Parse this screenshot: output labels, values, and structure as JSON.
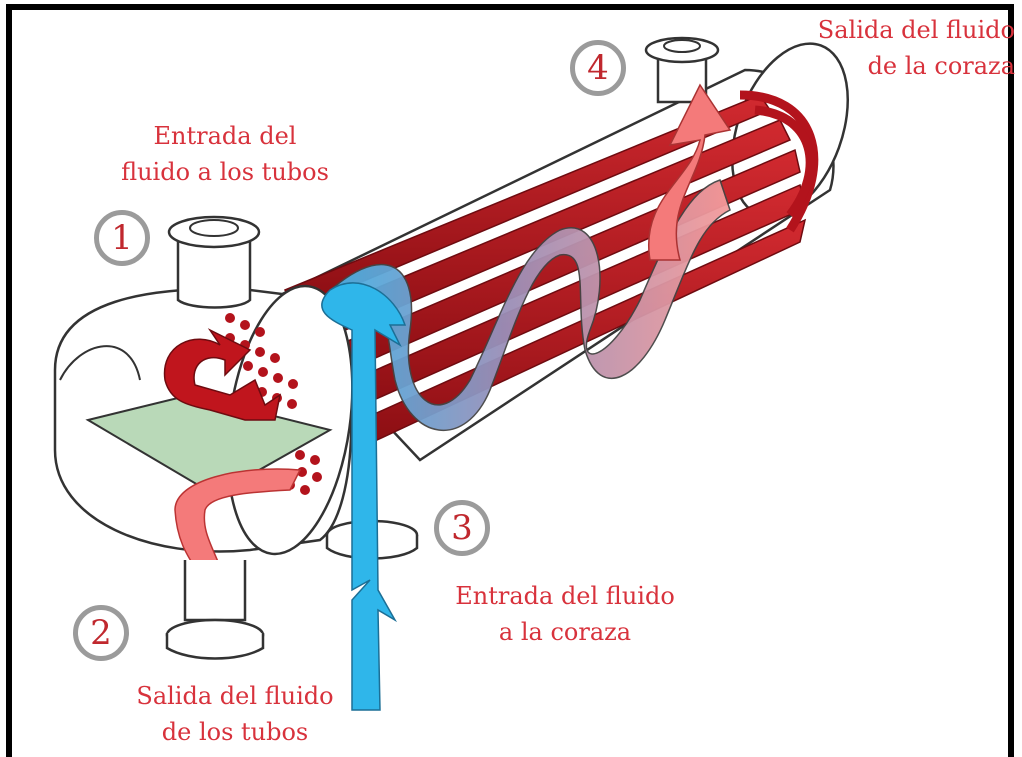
{
  "labels": {
    "tube_inlet": [
      "Entrada del",
      "fluido a los tubos"
    ],
    "tube_outlet": [
      "Salida del fluido",
      "de los tubos"
    ],
    "shell_inlet": [
      "Entrada del fluido",
      "a la coraza"
    ],
    "shell_outlet": [
      "Salida del fluido",
      "de la coraza"
    ]
  },
  "markers": [
    "1",
    "2",
    "3",
    "4"
  ],
  "colors": {
    "label_text": "#d8323c",
    "tubes": "#b3131c",
    "tubes_dark": "#7e0a10",
    "hot_arrow": "#f47a7a",
    "cold_arrow": "#2fb6ea",
    "tube_sheet": "#b9d9b8",
    "badge_ring": "#9b9b9b"
  }
}
